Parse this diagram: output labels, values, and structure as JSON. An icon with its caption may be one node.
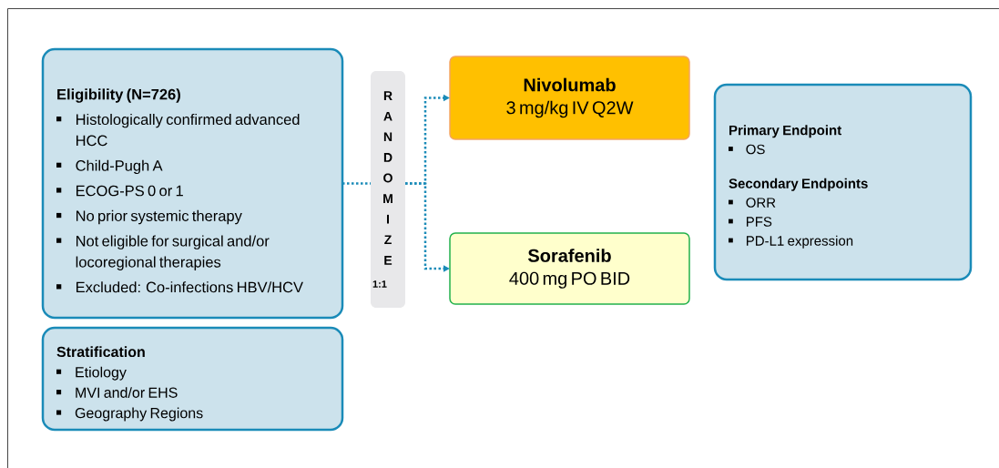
{
  "diagram": {
    "nodes": [
      {
        "text": [
          "Eligibility (N=726)",
          "Histologically confirmed advanced HCC",
          "Child-Pugh A",
          "ECOG-PS 0 or 1",
          "No prior systemic therapy",
          "Not eligible for surgical and/or locoregional therapies",
          "Excluded: Co-infections HBV/HCV"
        ]
      },
      {
        "text": [
          "Stratification",
          "Etiology",
          "MVI and/or EHS",
          "Geography Regions"
        ]
      },
      {
        "text": [
          "RANDOMIZE",
          "1:1"
        ]
      },
      {
        "text": [
          "Nivolumab",
          "3 mg/kg IV Q2W"
        ]
      },
      {
        "text": [
          "Sorafenib",
          "400 mg PO BID"
        ]
      },
      {
        "text": [
          "Primary Endpoint",
          "OS",
          "Secondary Endpoints",
          "ORR",
          "PFS",
          "PD-L1 expression"
        ]
      }
    ],
    "edges": [
      {
        "from": 0,
        "to": 2,
        "arrow": "none"
      },
      {
        "from": 2,
        "to": 3,
        "arrow": "to"
      },
      {
        "from": 2,
        "to": 4,
        "arrow": "to"
      }
    ]
  }
}
